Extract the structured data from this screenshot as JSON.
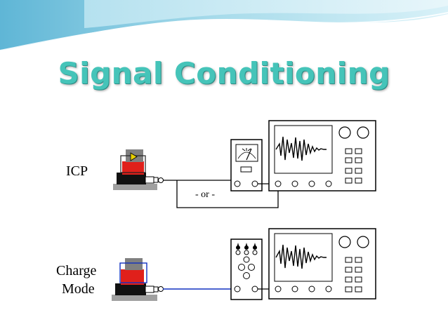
{
  "slide": {
    "title": "Signal Conditioning",
    "accent_color": "#45c4b9",
    "header_wave_colors": [
      "#a9dceb",
      "#cfeef6",
      "#7cc8e0"
    ]
  },
  "diagram": {
    "icp_label": "ICP",
    "or_label": "- or -",
    "charge_label_line1": "Charge",
    "charge_label_line2": "Mode",
    "sensor_color": "#e0201b",
    "charge_cable_color": "#1030c0"
  }
}
